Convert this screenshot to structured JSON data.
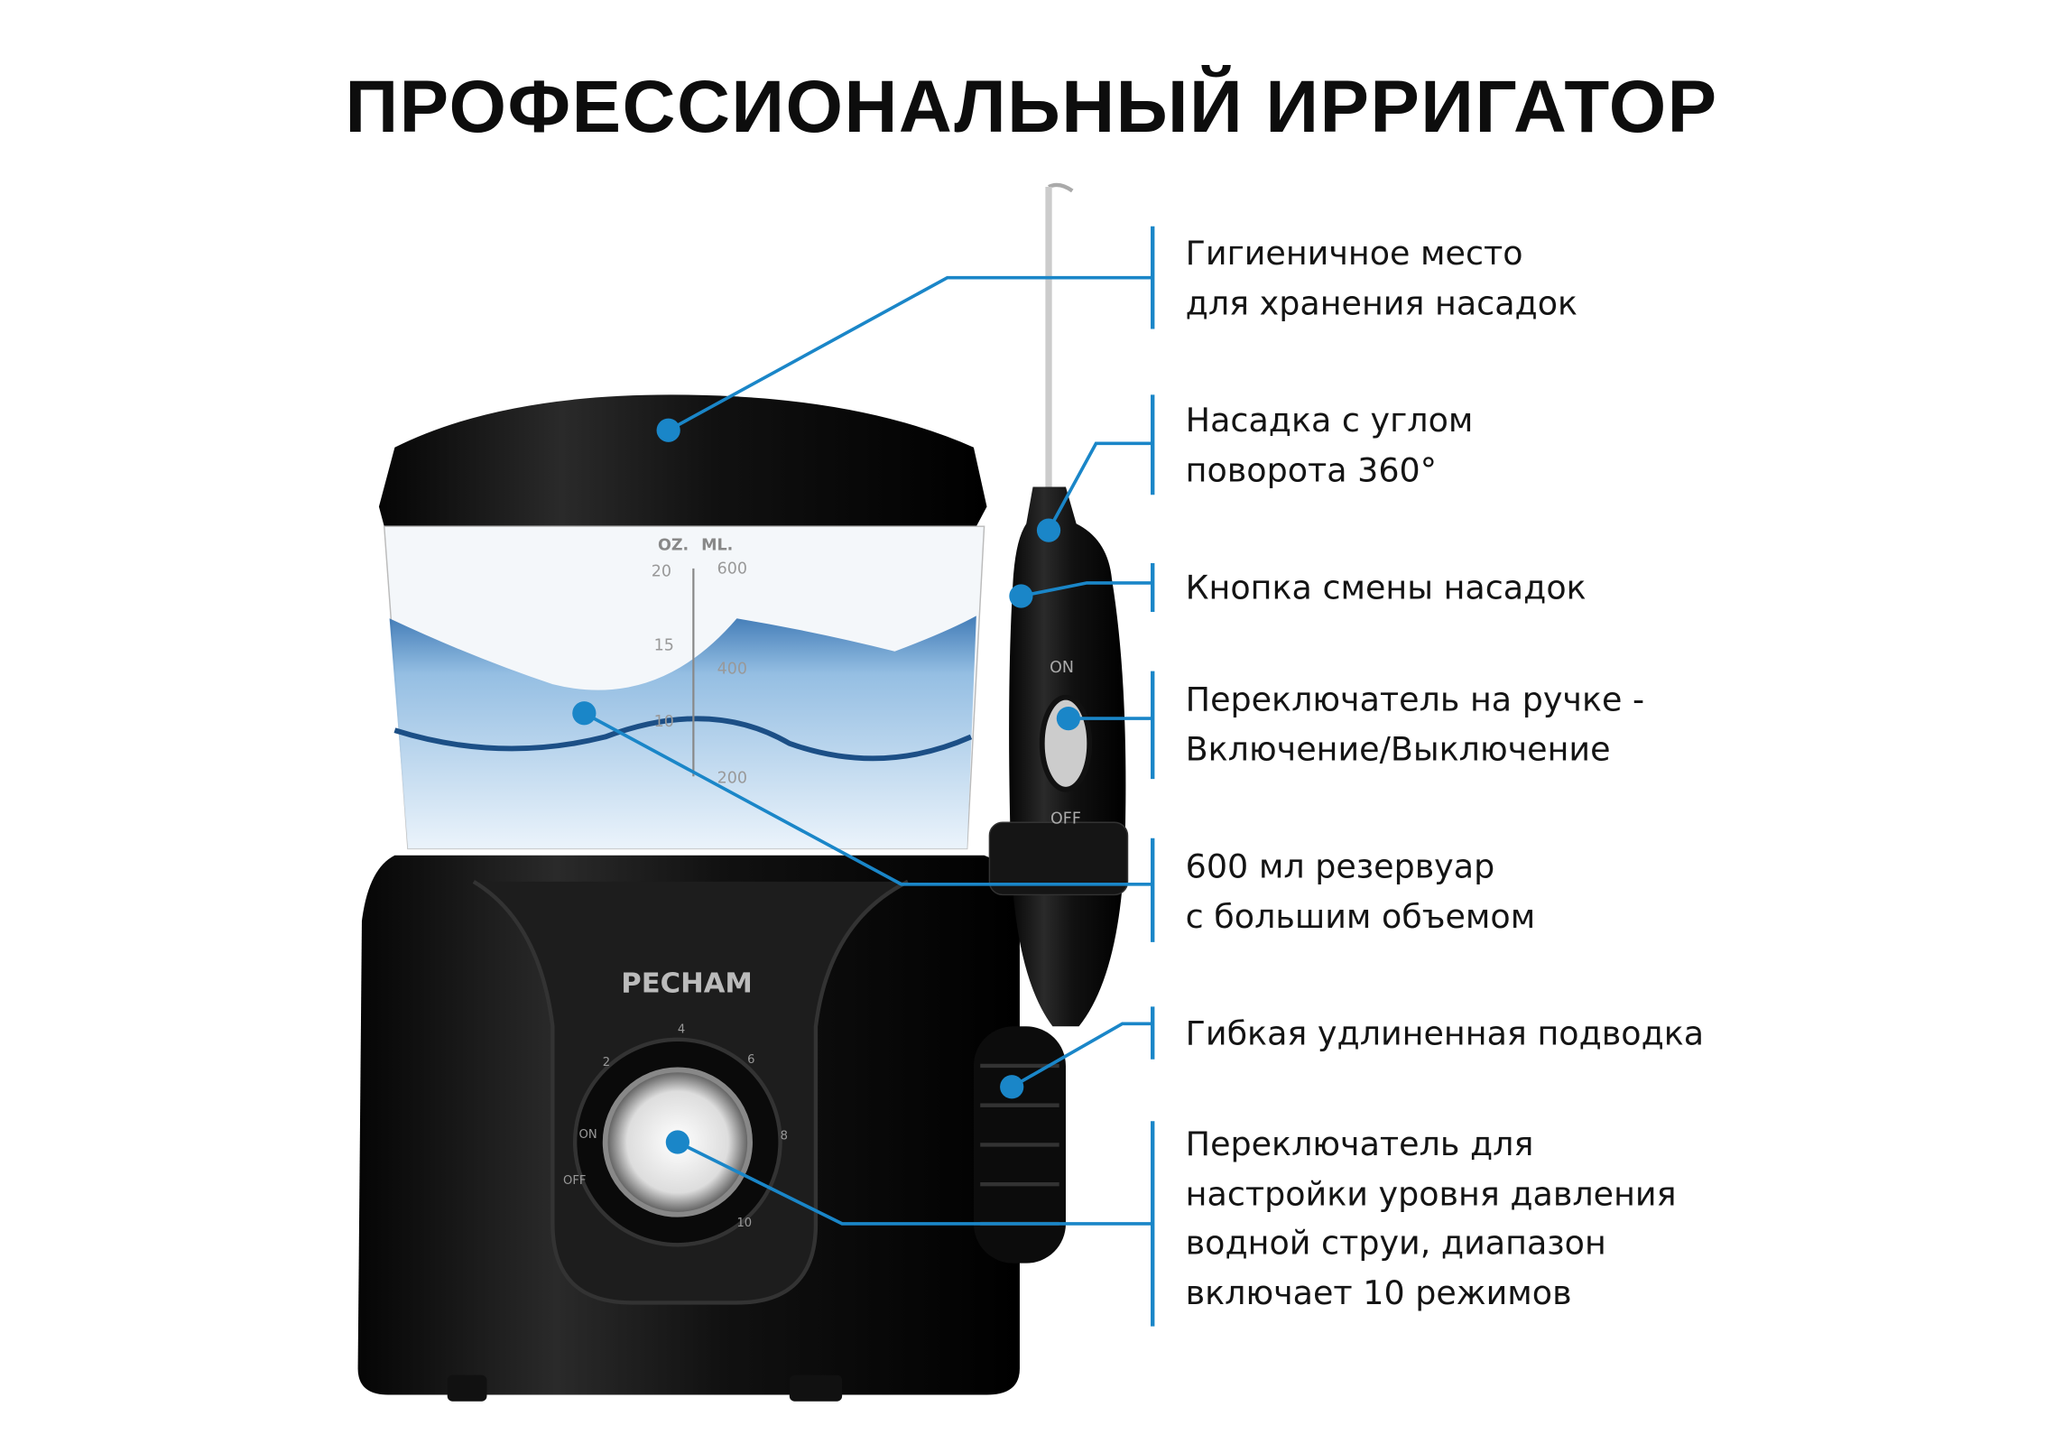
{
  "title": "ПРОФЕССИОНАЛЬНЫЙ ИРРИГАТОР",
  "accent_color": "#1a86c8",
  "device": {
    "brand": "PECHAM",
    "scale_units": [
      "OZ.",
      "ML."
    ],
    "oz_marks": [
      "20",
      "15",
      "10"
    ],
    "ml_marks": [
      "600",
      "400",
      "200"
    ],
    "handle_switch": {
      "on": "ON",
      "off": "OFF"
    },
    "dial": {
      "on": "ON",
      "off": "OFF",
      "levels": [
        "2",
        "4",
        "6",
        "8",
        "10"
      ]
    }
  },
  "callouts": [
    {
      "text": "Гигиеничное место\nдля хранения насадок"
    },
    {
      "text": "Насадка с углом\nповорота 360°"
    },
    {
      "text": "Кнопка смены насадок"
    },
    {
      "text": "Переключатель на ручке -\nВключение/Выключение"
    },
    {
      "text": "600 мл резервуар\nс большим объемом"
    },
    {
      "text": "Гибкая удлиненная подводка"
    },
    {
      "text": "Переключатель для\nнастройки уровня давления\nводной струи, диапазон\nвключает 10 режимов"
    }
  ]
}
